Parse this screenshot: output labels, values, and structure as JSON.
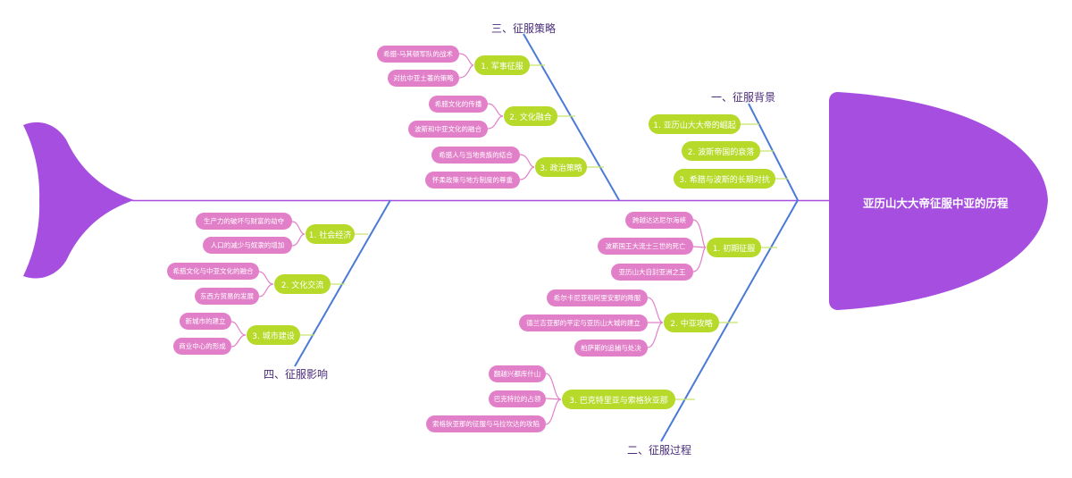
{
  "title": "亚历山大大帝征服中亚的历程",
  "colors": {
    "head": "#a64ee0",
    "spine": "#a64ee0",
    "bone": "#4b7ad6",
    "sub_node": "#b6d92a",
    "leaf_node": "#e27fc9",
    "category_text": "#4a2d7a"
  },
  "categories": [
    {
      "label": "一、征服背景",
      "items": [
        {
          "label": "1. 亚历山大大帝的崛起",
          "children": []
        },
        {
          "label": "2. 波斯帝国的衰落",
          "children": []
        },
        {
          "label": "3. 希腊与波斯的长期对抗",
          "children": []
        }
      ]
    },
    {
      "label": "二、征服过程",
      "items": [
        {
          "label": "1. 初期征服",
          "children": [
            "跨越达达尼尔海峡",
            "波斯国王大流士三世的死亡",
            "亚历山大自封亚洲之王"
          ]
        },
        {
          "label": "2. 中亚攻略",
          "children": [
            "希尔卡尼亚和阿里安那的降服",
            "德兰吉亚那的平定与亚历山大城的建立",
            "柏萨斯的追捕与处决"
          ]
        },
        {
          "label": "3. 巴克特里亚与索格狄亚那",
          "children": [
            "翻越兴都库什山",
            "巴克特拉的占领",
            "索格狄亚那的征服与马拉坎达的攻陷"
          ]
        }
      ]
    },
    {
      "label": "三、征服策略",
      "items": [
        {
          "label": "1. 军事征服",
          "children": [
            "希腊-马其顿军队的战术",
            "对抗中亚土著的策略"
          ]
        },
        {
          "label": "2. 文化融合",
          "children": [
            "希腊文化的传播",
            "波斯和中亚文化的融合"
          ]
        },
        {
          "label": "3. 政治策略",
          "children": [
            "希腊人与当地贵族的结合",
            "怀柔政策与地方制度的尊重"
          ]
        }
      ]
    },
    {
      "label": "四、征服影响",
      "items": [
        {
          "label": "1. 社会经济",
          "children": [
            "生产力的破坏与财富的劫夺",
            "人口的减少与奴隶的增加"
          ]
        },
        {
          "label": "2. 文化交流",
          "children": [
            "希腊文化与中亚文化的融合",
            "东西方贸易的发展"
          ]
        },
        {
          "label": "3. 城市建设",
          "children": [
            "新城市的建立",
            "商业中心的形成"
          ]
        }
      ]
    }
  ]
}
